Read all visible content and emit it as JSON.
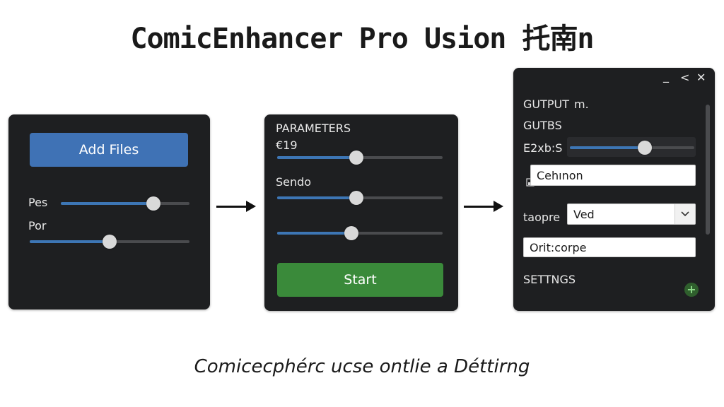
{
  "title": "ComicEnhancer Pro Usion 托南n",
  "caption": "Comicecphérc ucse ontlie a Déttirng",
  "panel1": {
    "add_files_label": "Add Files",
    "slider1_label": "Pes",
    "slider1_value": 0.72,
    "slider2_label": "Por",
    "slider2_value": 0.5
  },
  "panel2": {
    "heading": "PARAMETERS",
    "slider1_label": "€19",
    "slider1_value": 0.48,
    "slider2_label": "Sendo",
    "slider2_value": 0.48,
    "slider3_value": 0.45,
    "start_label": "Start"
  },
  "panel3": {
    "window_controls": {
      "minimize": "_",
      "back": "<",
      "close": "✕"
    },
    "heading": "GUTPUT",
    "heading_suffix": "m.",
    "sub_label": "GUTBS",
    "slider_label": "E2xb:S",
    "slider_value": 0.6,
    "field1_value": "Cehınon",
    "dropdown_label": "taopre",
    "dropdown_value": "Ved",
    "field2_value": "Orit:corpe",
    "settings_label": "SETTNGS"
  },
  "colors": {
    "panel_bg": "#1e1f21",
    "accent_blue": "#3d76b5",
    "start_green": "#3a8a3a",
    "add_files_blue": "#3f72b5"
  },
  "icons": {
    "arrow1": "arrow-right-icon",
    "arrow2": "arrow-right-icon",
    "chevron": "chevron-down-icon",
    "plus": "plus-icon",
    "file": "file-icon"
  }
}
